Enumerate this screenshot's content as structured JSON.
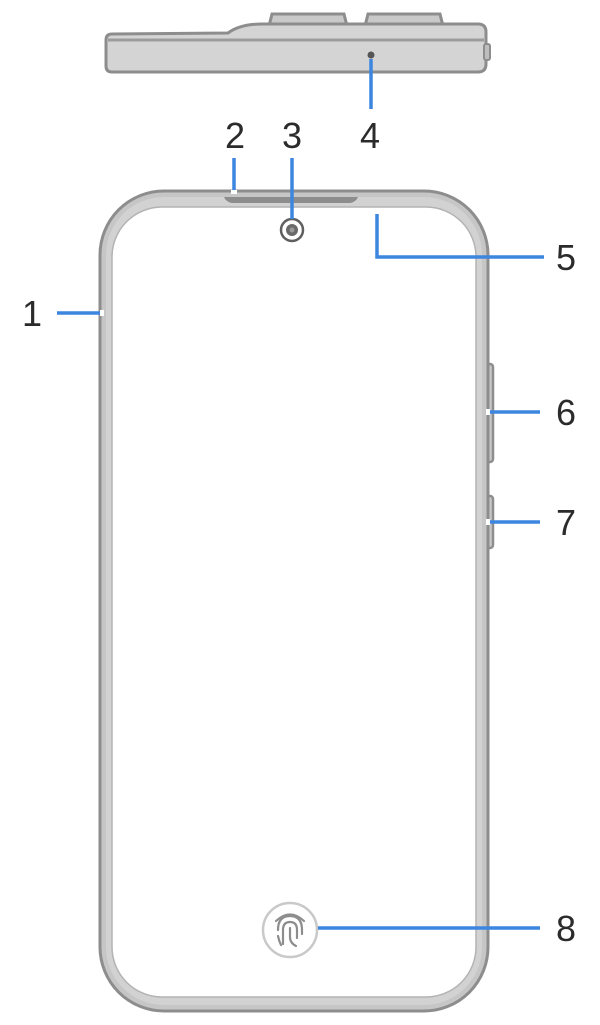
{
  "colors": {
    "device_body": "#bfbfbf",
    "device_edge": "#8d8d8d",
    "device_shadow": "#9a9a9a",
    "screen": "#ffffff",
    "leader_line": "#3c86e0",
    "label_text": "#2b2b2b",
    "camera_ring": "#5f5f5f"
  },
  "icons": {
    "camera": "front-camera-icon",
    "fingerprint": "fingerprint-icon"
  },
  "callouts": [
    {
      "id": "1",
      "label": "1"
    },
    {
      "id": "2",
      "label": "2"
    },
    {
      "id": "3",
      "label": "3"
    },
    {
      "id": "4",
      "label": "4"
    },
    {
      "id": "5",
      "label": "5"
    },
    {
      "id": "6",
      "label": "6"
    },
    {
      "id": "7",
      "label": "7"
    },
    {
      "id": "8",
      "label": "8"
    }
  ]
}
